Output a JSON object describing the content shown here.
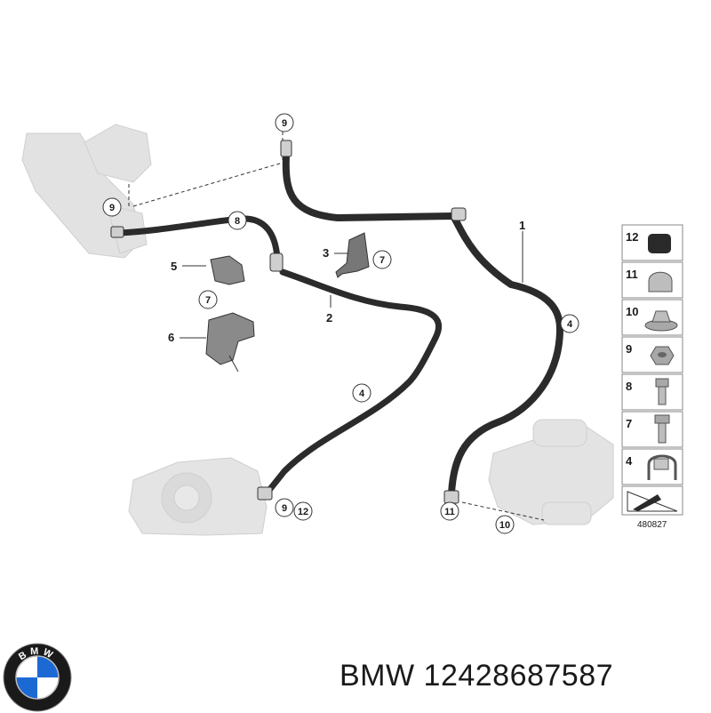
{
  "diagram": {
    "part_labels": [
      "1",
      "2",
      "3",
      "4",
      "5",
      "6"
    ],
    "callouts": {
      "c9_top": "9",
      "c9_left": "9",
      "c8": "8",
      "c7_upper": "7",
      "c7_left": "7",
      "c4_right": "4",
      "c4_mid": "4",
      "c9_bottom": "9",
      "c12_bottom": "12",
      "c11_bottom": "11",
      "c10_bottom": "10"
    },
    "legend": [
      {
        "num": "12",
        "icon": "cap-icon"
      },
      {
        "num": "11",
        "icon": "acorn-nut-icon"
      },
      {
        "num": "10",
        "icon": "flange-nut-icon"
      },
      {
        "num": "9",
        "icon": "hex-nut-icon"
      },
      {
        "num": "8",
        "icon": "screw-icon"
      },
      {
        "num": "7",
        "icon": "bolt-icon"
      },
      {
        "num": "4",
        "icon": "cable-clip-icon"
      }
    ],
    "diagram_number": "480827"
  },
  "brand": {
    "caption": "BMW 12428687587",
    "logo_letters": "BMW",
    "colors": {
      "blue": "#1c69d4",
      "ring": "#1a1a1a",
      "hose": "#2b2b2b",
      "ghost": "#d6d6d6"
    }
  }
}
